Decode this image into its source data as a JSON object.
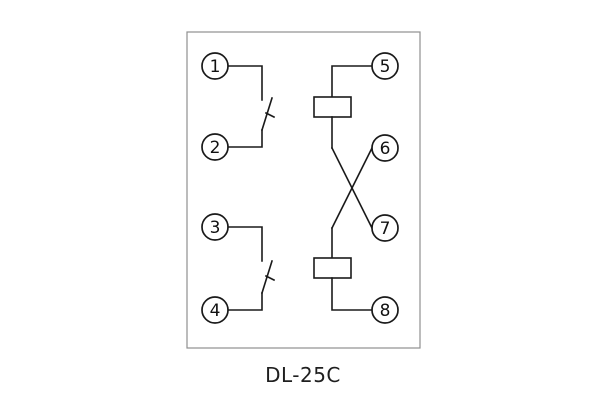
{
  "diagram": {
    "title": "DL-25C",
    "terminals": [
      "1",
      "2",
      "3",
      "4",
      "5",
      "6",
      "7",
      "8"
    ]
  }
}
